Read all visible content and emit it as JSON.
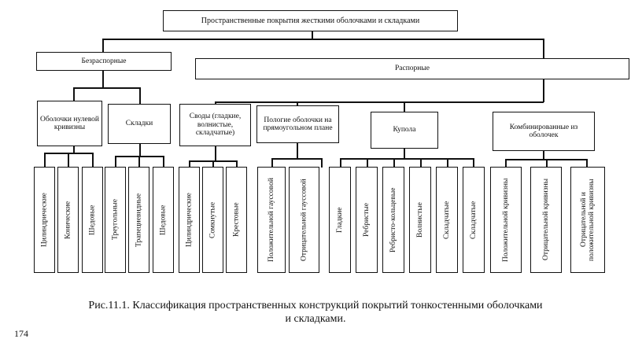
{
  "root": "Пространственные покрытия жесткими оболочками и складками",
  "level1": {
    "left": "Безраспорные",
    "right": "Распорные"
  },
  "level2": [
    "Оболочки нулевой кривизны",
    "Складки",
    "Своды (гладкие, волнистые, складчатые)",
    "Пологие оболочки на прямоугольном плане",
    "Купола",
    "Комбинированные из оболочек"
  ],
  "leaves": {
    "zero_curvature": [
      "Цилиндрические",
      "Конические",
      "Шедовые"
    ],
    "folds": [
      "Треугольные",
      "Трапециевидные",
      "Шедовые"
    ],
    "vaults": [
      "Цилиндрические",
      "Сомкнутые",
      "Крестовые"
    ],
    "shallow": [
      "Положительной гауссовой",
      "Отрицательной гауссовой"
    ],
    "domes": [
      "Гладкие",
      "Ребристые",
      "Ребристо-кольцевые",
      "Волнистые",
      "Складчатые",
      "Складчатые"
    ],
    "combined": [
      "Положительной кривизны",
      "Отрицательной кривизны",
      "Отрицательной и положительной кривизны"
    ]
  },
  "caption": {
    "line1": "Рис.11.1. Классификация пространственных конструкций покрытий тонкостенными оболочками",
    "line2": "и складками."
  },
  "page_number": "174"
}
